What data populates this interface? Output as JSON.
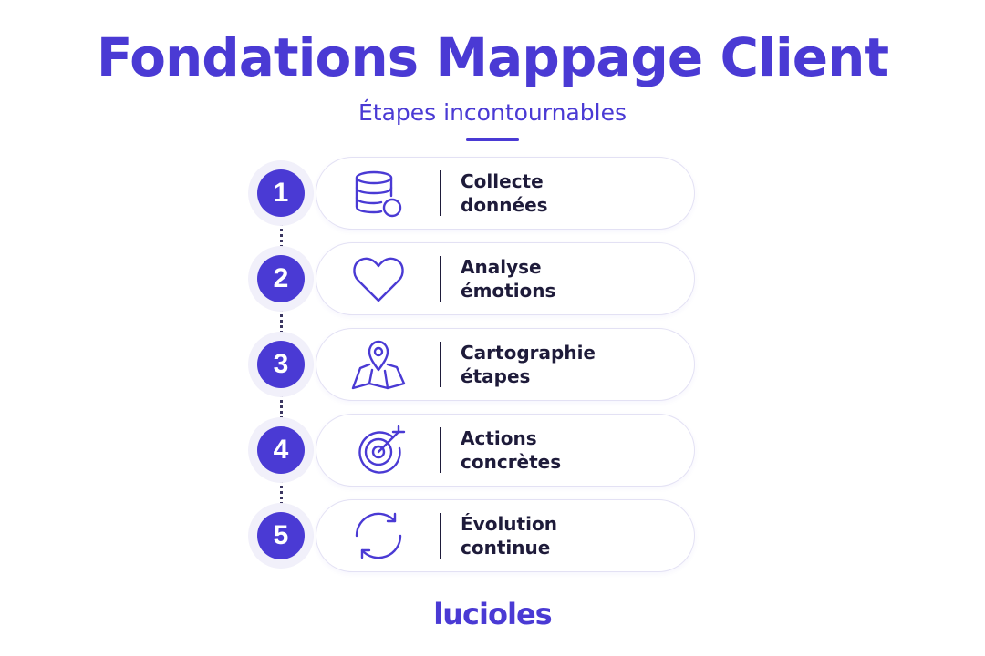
{
  "header": {
    "title": "Fondations Mappage Client",
    "subtitle": "Étapes incontournables"
  },
  "steps": [
    {
      "number": "1",
      "label_line1": "Collecte",
      "label_line2": "données",
      "icon": "database-icon"
    },
    {
      "number": "2",
      "label_line1": "Analyse",
      "label_line2": "émotions",
      "icon": "heart-icon"
    },
    {
      "number": "3",
      "label_line1": "Cartographie",
      "label_line2": "étapes",
      "icon": "map-pin-icon"
    },
    {
      "number": "4",
      "label_line1": "Actions",
      "label_line2": "concrètes",
      "icon": "target-icon"
    },
    {
      "number": "5",
      "label_line1": "Évolution",
      "label_line2": "continue",
      "icon": "refresh-icon"
    }
  ],
  "brand": {
    "logo_text": "lucioles"
  },
  "colors": {
    "accent": "#4a3ad4",
    "text": "#1e1b3a",
    "card_border": "#e3e1f4",
    "halo": "#f1f0fa"
  }
}
